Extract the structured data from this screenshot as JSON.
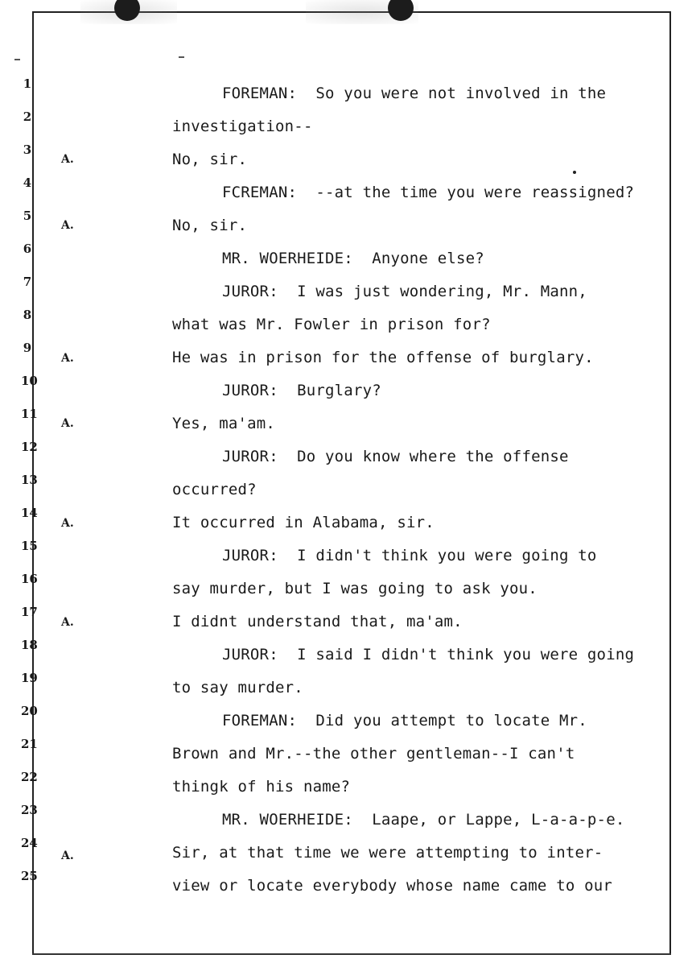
{
  "line_numbers": [
    "1",
    "2",
    "3",
    "4",
    "5",
    "6",
    "7",
    "8",
    "9",
    "10",
    "11",
    "12",
    "13",
    "14",
    "15",
    "16",
    "17",
    "18",
    "19",
    "20",
    "21",
    "22",
    "23",
    "24",
    "25"
  ],
  "answer_marker": "A.",
  "lines": [
    "FOREMAN:  So you were not involved in the",
    "investigation--",
    "No, sir.",
    "FCREMAN:  --at the time you were reassigned?",
    "No, sir.",
    "MR. WOERHEIDE:  Anyone else?",
    "JUROR:  I was just wondering, Mr. Mann,",
    "what was Mr. Fowler in prison for?",
    "He was in prison for the offense of burglary.",
    "JUROR:  Burglary?",
    "Yes, ma'am.",
    "JUROR:  Do you know where the offense",
    "occurred?",
    "It occurred in Alabama, sir.",
    "JUROR:  I didn't think you were going to",
    "say murder, but I was going to ask you.",
    "I didnt understand that, ma'am.",
    "JUROR:  I said I didn't think you were going",
    "to say murder.",
    "FOREMAN:  Did you attempt to locate Mr.",
    "Brown and Mr.--the other gentleman--I can't",
    "thingk of his name?",
    "MR. WOERHEIDE:  Laape, or Lappe, L-a-a-p-e.",
    "Sir, at that time we were attempting to inter-",
    "view or locate everybody whose name came to our"
  ]
}
